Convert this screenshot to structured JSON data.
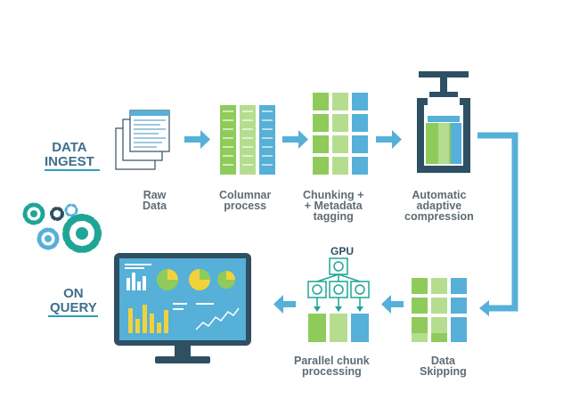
{
  "sections": {
    "data_ingest": [
      "DATA",
      "INGEST"
    ],
    "on_query": [
      "ON",
      "QUERY"
    ]
  },
  "stages": {
    "raw_data": [
      "Raw",
      "Data"
    ],
    "columnar": [
      "Columnar",
      "process"
    ],
    "chunking": [
      "Chunking +",
      "+ Metadata",
      "tagging"
    ],
    "compression": [
      "Automatic",
      "adaptive",
      "compression"
    ],
    "skipping": [
      "Data",
      "Skipping"
    ],
    "parallel": [
      "Parallel chunk",
      "processing"
    ]
  },
  "gpu_label": "GPU",
  "colors": {
    "accent_blue": "#56b0d8",
    "green": "#8fcb5b",
    "light_green": "#b5dd8f",
    "teal": "#1fa596",
    "yellow": "#f1d23b",
    "navy": "#2f4f63",
    "label_gray": "#5f6c73",
    "heading_blue": "#3d6f8c"
  },
  "icons": [
    "raw-data-sheets-icon",
    "columnar-blocks-icon",
    "chunk-grid-icon",
    "clamp-compression-icon",
    "data-skipping-grid-icon",
    "gpu-chips-icon",
    "gears-icon",
    "dashboard-monitor-icon"
  ]
}
